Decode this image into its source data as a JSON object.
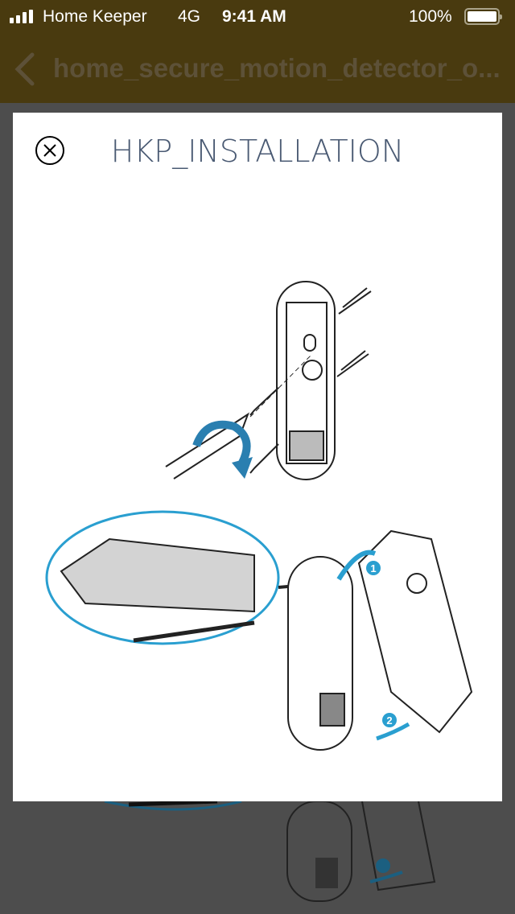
{
  "status_bar": {
    "carrier": "Home Keeper",
    "network": "4G",
    "time": "9:41 AM",
    "battery": "100%"
  },
  "nav": {
    "title": "home_secure_motion_detector_o..."
  },
  "modal": {
    "title": "HKP_INSTALLATION",
    "step_1": "1",
    "step_2": "2"
  },
  "colors": {
    "accent": "#2a9fd0",
    "title": "#4a5a73",
    "nav_bg": "#493a0f"
  }
}
